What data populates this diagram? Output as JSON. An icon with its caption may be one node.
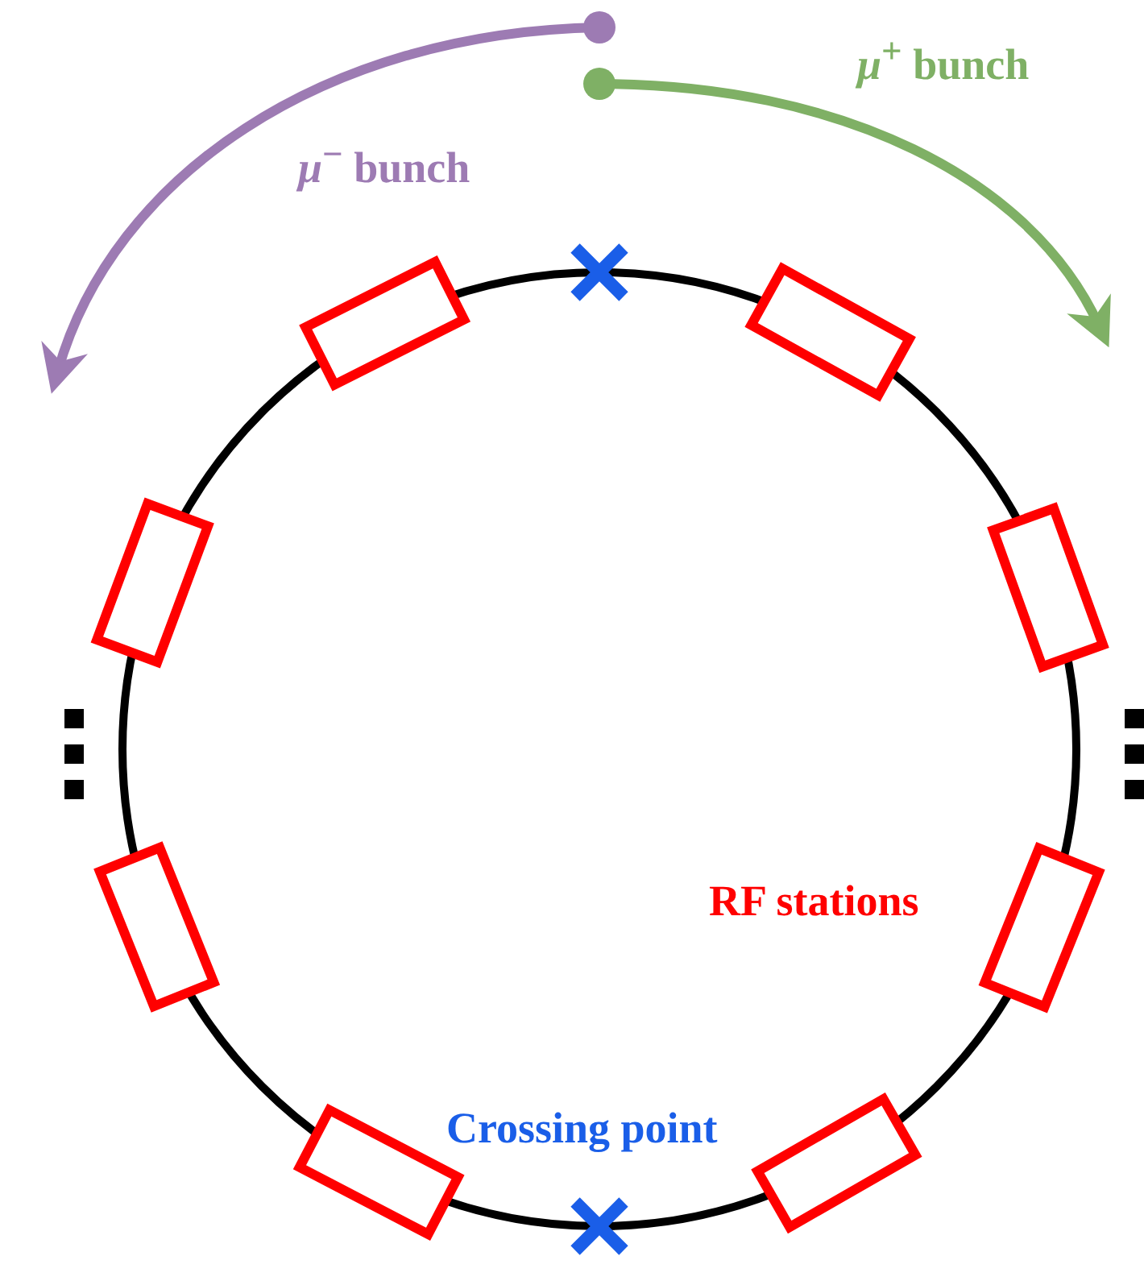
{
  "diagram": {
    "labels": [
      "*μ*$^{+}$ bunch",
      "*μ*$^{−}$ bunch",
      "RF stations",
      "Crossing point"
    ]
  }
}
